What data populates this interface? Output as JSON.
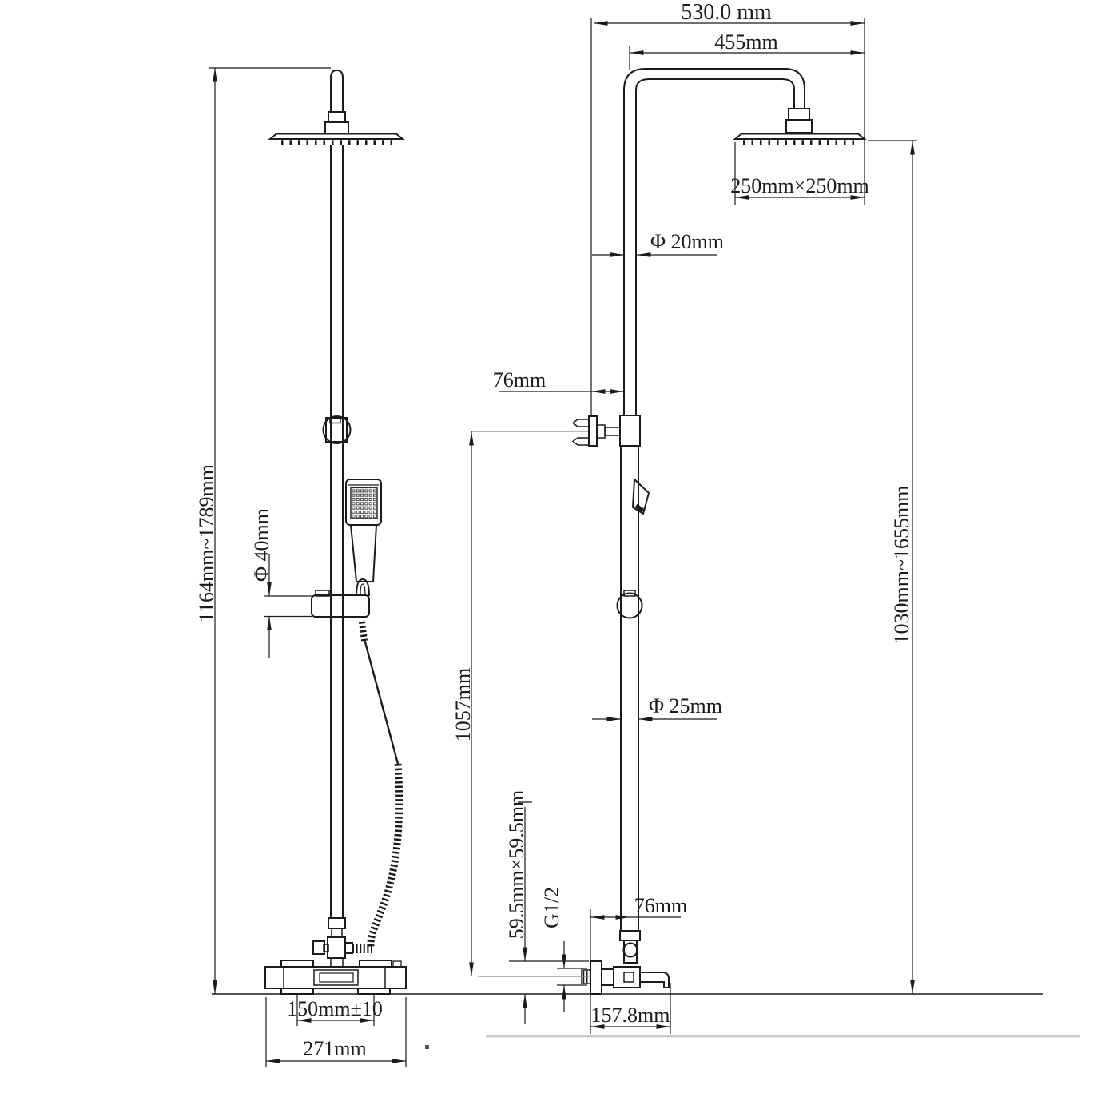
{
  "drawing": {
    "type": "technical-dimension-drawing",
    "subject": "thermostatic shower column with rain head and hand shower",
    "views": {
      "side_view_name": "side view",
      "front_view_name": "front view"
    }
  },
  "colors": {
    "background": "#ffffff",
    "line": "#1b1b1b",
    "leader_gray": "#8a8a8a",
    "artifact_gray": "#cccccc"
  },
  "labels": {
    "side_total_height": "1164mm~1789mm",
    "slider_diameter": "Φ 40mm",
    "inlet_spacing": "150mm±10",
    "base_total_width": "271mm",
    "top_total_depth": "530.0 mm",
    "arm_reach": "455mm",
    "head_size": "250mm×250mm",
    "upper_pipe_diameter": "Φ 20mm",
    "bracket_wall_offset": "76mm",
    "riser_height": "1057mm",
    "front_total_height": "1030mm~1655mm",
    "lower_pipe_diameter": "Φ 25mm",
    "valve_face_size": "59.5mm×59.5mm",
    "thread_size": "G1/2",
    "valve_wall_offset": "76mm",
    "valve_total_depth": "157.8mm"
  }
}
